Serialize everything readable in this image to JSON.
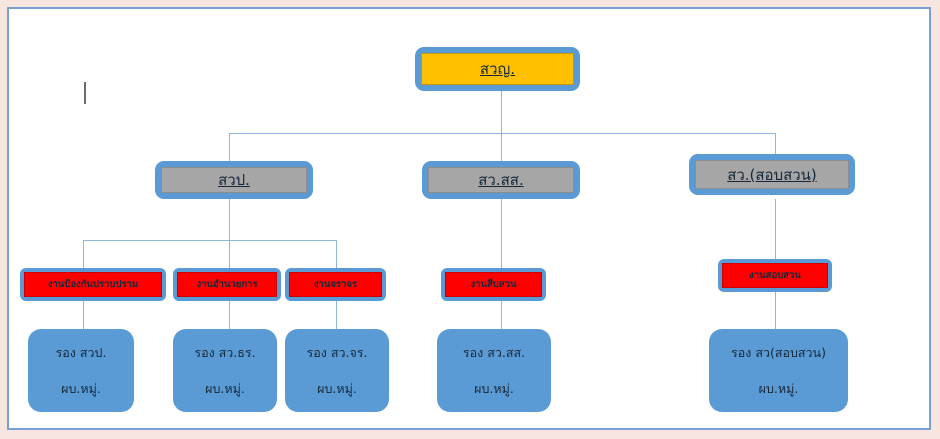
{
  "document": {
    "type": "organization-chart",
    "page_background": "#f7e6e0",
    "canvas_background": "#ffffff",
    "border_color": "#7b9fd4"
  },
  "palette": {
    "node_blue": "#5b9bd5",
    "gold": "#ffc000",
    "grey": "#a6a6a6",
    "red": "#ff0000",
    "connector": "#8fb4dd",
    "text": "#17283a"
  },
  "chart": {
    "root": {
      "label": "สวญ."
    },
    "level2": [
      {
        "label": "สวป."
      },
      {
        "label": "สว.สส."
      },
      {
        "label": "สว.(สอบสวน)"
      }
    ],
    "work_units": [
      {
        "label": "งานป้องกันปราบปราม"
      },
      {
        "label": "งานอำนวยการ"
      },
      {
        "label": "งานจราจร"
      },
      {
        "label": "งานสืบสวน"
      },
      {
        "label": "งานสอบสวน"
      }
    ],
    "positions": [
      {
        "line1": "รอง สวป.",
        "line2": "ผบ.หมู่."
      },
      {
        "line1": "รอง สว.ธร.",
        "line2": "ผบ.หมู่."
      },
      {
        "line1": "รอง สว.จร.",
        "line2": "ผบ.หมู่."
      },
      {
        "line1": "รอง สว.สส.",
        "line2": "ผบ.หมู่."
      },
      {
        "line1": "รอง สว(สอบสวน)",
        "line2": "ผบ.หมู่."
      }
    ]
  }
}
